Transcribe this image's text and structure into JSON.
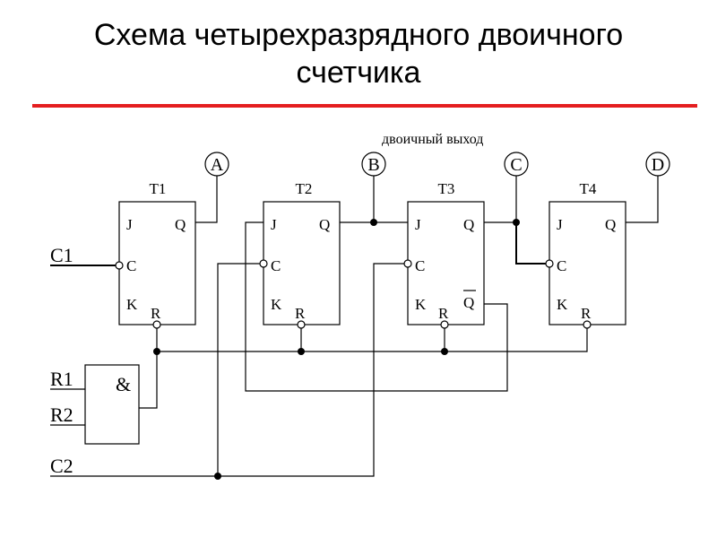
{
  "title": {
    "line1": "Схема четырехразрядного двоичного",
    "line2": "счетчика"
  },
  "accent_color": "#e41e20",
  "output_caption": "двоичный выход",
  "outputs": [
    "A",
    "B",
    "C",
    "D"
  ],
  "flipflops": [
    {
      "name": "T1",
      "j": "J",
      "c": "C",
      "k": "K",
      "q": "Q",
      "r": "R"
    },
    {
      "name": "T2",
      "j": "J",
      "c": "C",
      "k": "K",
      "q": "Q",
      "r": "R"
    },
    {
      "name": "T3",
      "j": "J",
      "c": "C",
      "k": "K",
      "q": "Q",
      "qbar": "Q",
      "r": "R"
    },
    {
      "name": "T4",
      "j": "J",
      "c": "C",
      "k": "K",
      "q": "Q",
      "r": "R"
    }
  ],
  "gate": {
    "symbol": "&"
  },
  "inputs": {
    "c1": "C1",
    "r1": "R1",
    "r2": "R2",
    "c2": "C2"
  }
}
